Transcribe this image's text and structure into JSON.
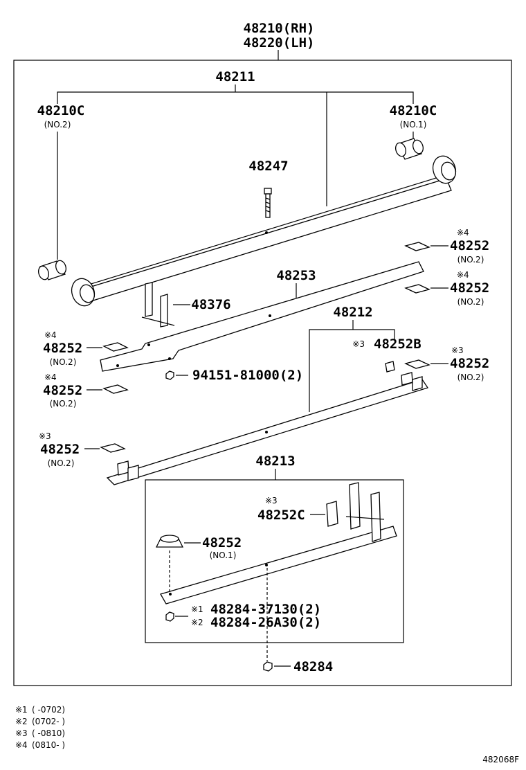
{
  "assembly": {
    "rh": "48210(RH)",
    "lh": "48220(LH)"
  },
  "parts": {
    "leaf_no1": "48211",
    "bush_no2": {
      "pn": "48210C",
      "note": "(NO.2)"
    },
    "bush_no1": {
      "pn": "48210C",
      "note": "(NO.1)"
    },
    "center_bolt": "48247",
    "clip": "48376",
    "leaf_plate": "48253",
    "nut": "94151-81000(2)",
    "leaf_no2": "48212",
    "insert_b": {
      "mark": "※3",
      "pn": "48252B"
    },
    "leaf_no3": "48213",
    "insert_c": {
      "mark": "※3",
      "pn": "48252C"
    },
    "rubber_no1": {
      "pn": "48252",
      "note": "(NO.1)"
    },
    "center_bolt_1": {
      "mark": "※1",
      "pn": "48284-37130(2)"
    },
    "center_bolt_2": {
      "mark": "※2",
      "pn": "48284-26A30(2)"
    },
    "center_nut": "48284"
  },
  "inserts": [
    {
      "mark": "※4",
      "pn": "48252",
      "note": "(NO.2)"
    },
    {
      "mark": "※4",
      "pn": "48252",
      "note": "(NO.2)"
    },
    {
      "mark": "※4",
      "pn": "48252",
      "note": "(NO.2)"
    },
    {
      "mark": "※4",
      "pn": "48252",
      "note": "(NO.2)"
    },
    {
      "mark": "※3",
      "pn": "48252",
      "note": "(NO.2)"
    },
    {
      "mark": "※3",
      "pn": "48252",
      "note": "(NO.2)"
    }
  ],
  "footnotes": [
    {
      "mark": "※1",
      "range": "(      -0702)"
    },
    {
      "mark": "※2",
      "range": "(0702-      )"
    },
    {
      "mark": "※3",
      "range": "(      -0810)"
    },
    {
      "mark": "※4",
      "range": "(0810-      )"
    }
  ],
  "figure_code": "482068F"
}
